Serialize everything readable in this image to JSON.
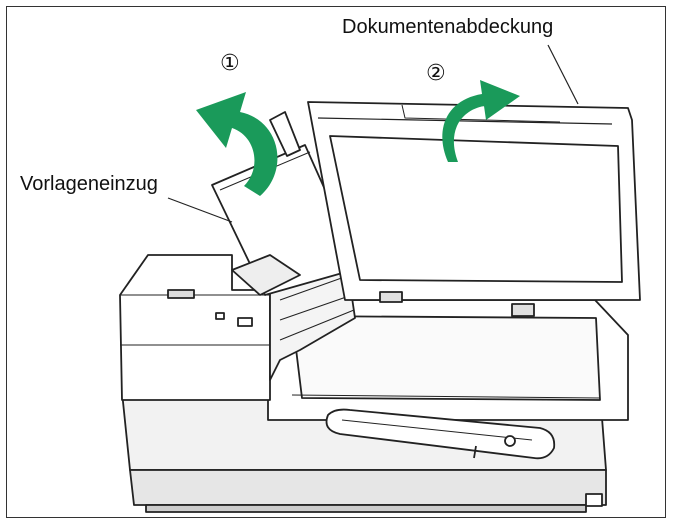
{
  "labels": {
    "document_cover": "Dokumentenabdeckung",
    "document_feeder": "Vorlageneinzug"
  },
  "steps": {
    "step1": "①",
    "step2": "②"
  },
  "colors": {
    "arrow": "#1a9a5a",
    "line": "#222222",
    "body": "#ffffff",
    "shade": "#d8d8d8"
  }
}
